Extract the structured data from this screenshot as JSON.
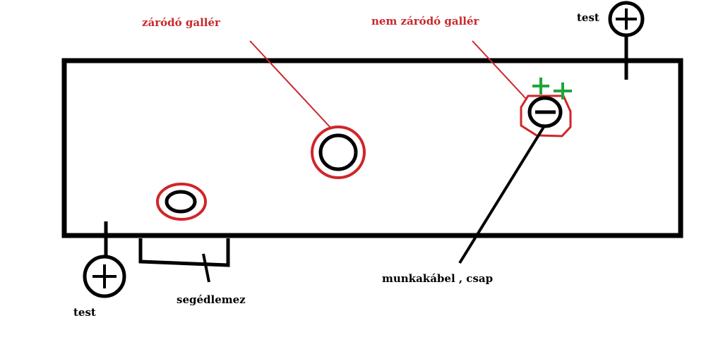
{
  "colors": {
    "outline": "#000000",
    "collar": "#d0252a",
    "red_label": "#c8282d",
    "plus_green": "#1fa53a"
  },
  "icons": {
    "positive_terminal": "circle-plus-icon",
    "negative_terminal": "circle-minus-icon",
    "plus_sign": "plus-icon"
  },
  "labels": {
    "closing_collar": "záródó gallér",
    "non_closing_collar": "nem záródó gallér",
    "ground_top": "test",
    "ground_bottom": "test",
    "work_cable": "munkakábel , csap",
    "auxiliary_plate": "segédlemez"
  }
}
